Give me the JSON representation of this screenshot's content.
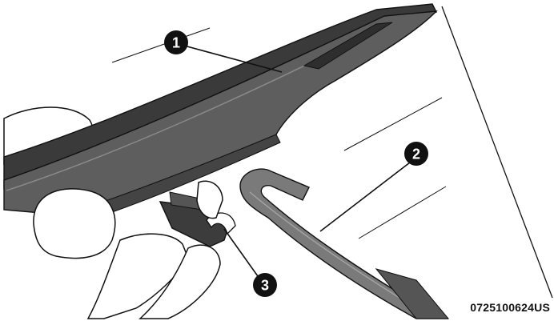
{
  "callouts": [
    {
      "number": "1",
      "part": "wiper-blade"
    },
    {
      "number": "2",
      "part": "wiper-arm"
    },
    {
      "number": "3",
      "part": "release-tab"
    }
  ],
  "part_code": "0725100624US",
  "colors": {
    "outline": "#111111",
    "blade": "#5a5a5a",
    "blade_dark": "#3a3a3a",
    "arm": "#7a7a7a",
    "callout_bg": "#111111"
  }
}
